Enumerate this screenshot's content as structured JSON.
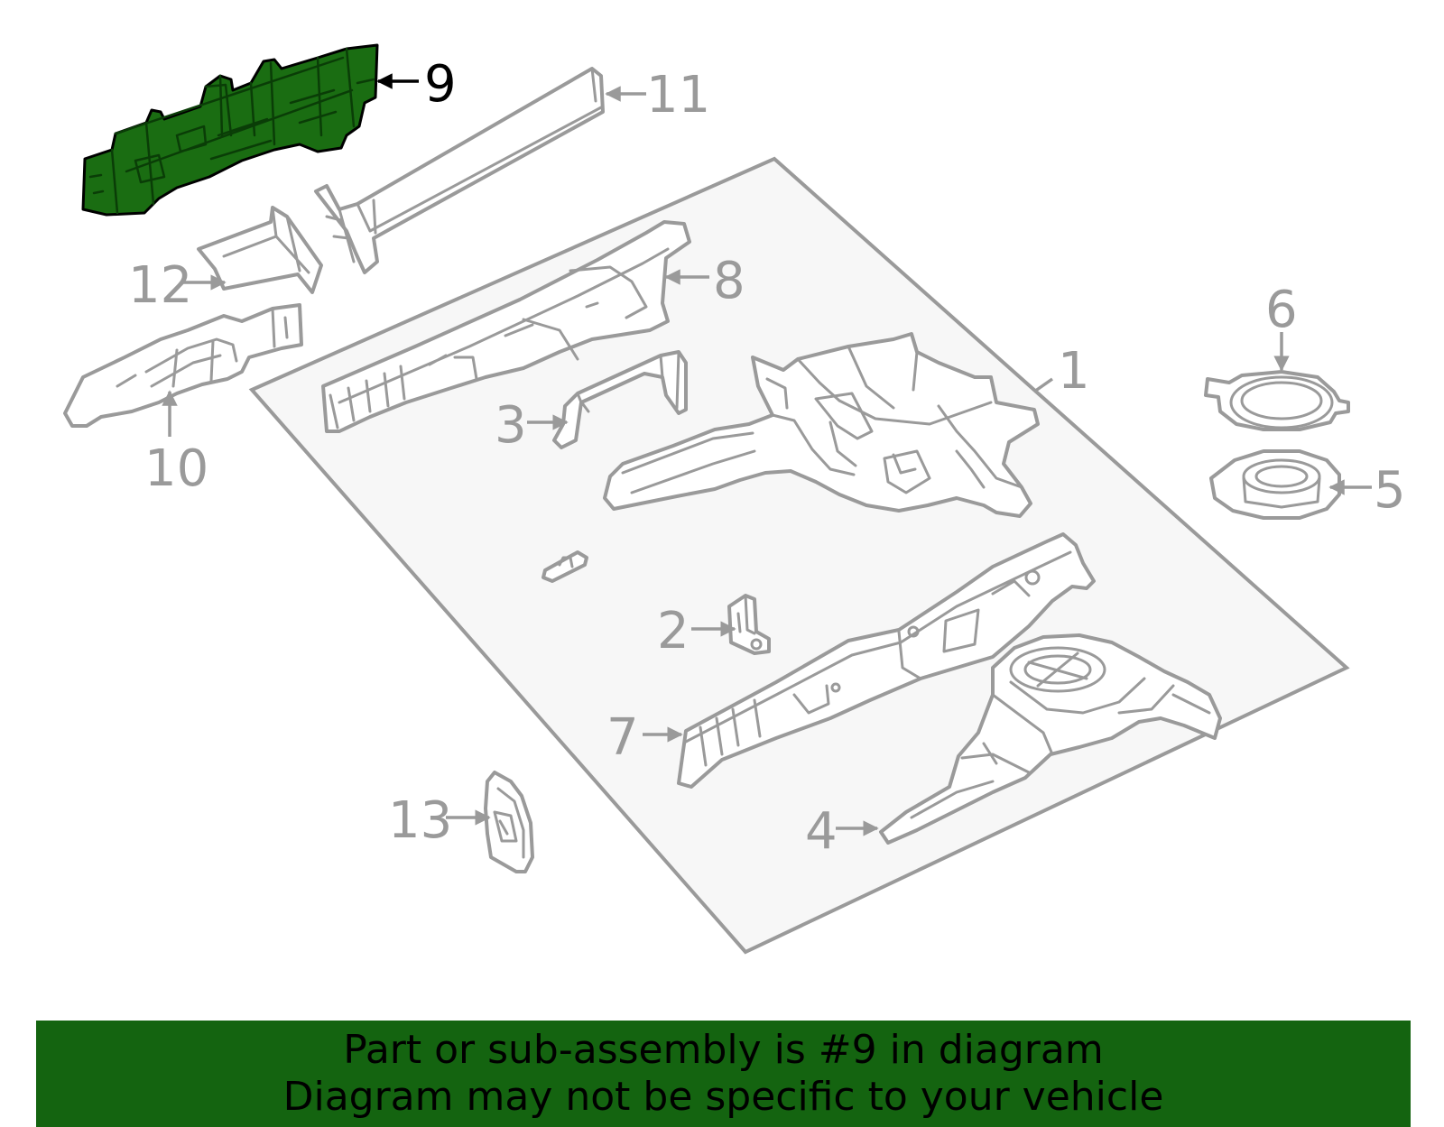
{
  "colors": {
    "highlight_fill": "#1a6d12",
    "banner_fill": "#146410",
    "line_gray": "#9a9a9a",
    "panel_fill": "#f7f7f7"
  },
  "callouts": {
    "c1": "1",
    "c2": "2",
    "c3": "3",
    "c4": "4",
    "c5": "5",
    "c6": "6",
    "c7": "7",
    "c8": "8",
    "c9": "9",
    "c10": "10",
    "c11": "11",
    "c12": "12",
    "c13": "13"
  },
  "highlighted_part": "9",
  "banner": {
    "line1": "Part or sub-assembly is #9 in diagram",
    "line2": "Diagram may not be specific to your vehicle"
  }
}
